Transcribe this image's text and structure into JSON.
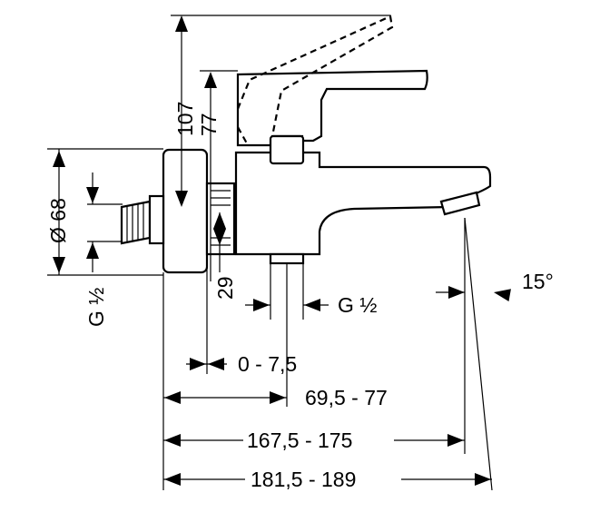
{
  "drawing": {
    "dimensions": {
      "total_height": "107",
      "lever_height": "77",
      "rosette_diameter": "Ø 68",
      "inlet_thread": "G ½",
      "spout_offset": "29",
      "outlet_thread": "G ½",
      "spout_angle": "15°",
      "eccentric_adjust": "0 - 7,5",
      "inlet_to_body": "69,5 - 77",
      "projection": "167,5 - 175",
      "overall_length": "181,5 - 189"
    }
  }
}
